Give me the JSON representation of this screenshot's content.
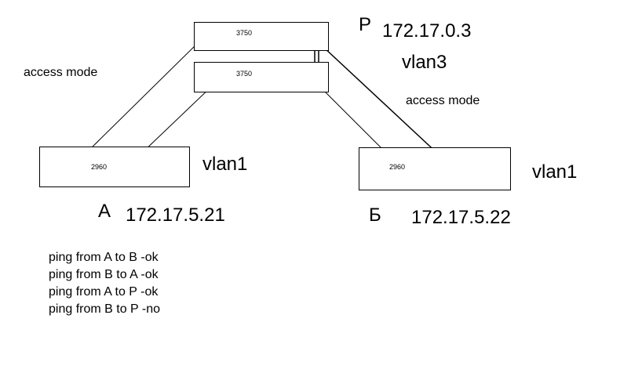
{
  "switches": {
    "core_top": {
      "model": "3750"
    },
    "core_bottom": {
      "model": "3750"
    },
    "access_a": {
      "model": "2960"
    },
    "access_b": {
      "model": "2960"
    }
  },
  "labels": {
    "router_letter": "P",
    "router_ip": "172.17.0.3",
    "router_vlan": "vlan3",
    "access_mode_left": "access mode",
    "access_mode_right": "access mode",
    "vlan_a": "vlan1",
    "vlan_b": "vlan1",
    "host_a_letter": "А",
    "host_a_ip": "172.17.5.21",
    "host_b_letter": "Б",
    "host_b_ip": "172.17.5.22"
  },
  "results": [
    "ping from A to B -ok",
    "ping from B to A -ok",
    "ping from A to P -ok",
    "ping from B to P -no"
  ],
  "colors": {
    "line": "#000000",
    "background": "#ffffff"
  }
}
